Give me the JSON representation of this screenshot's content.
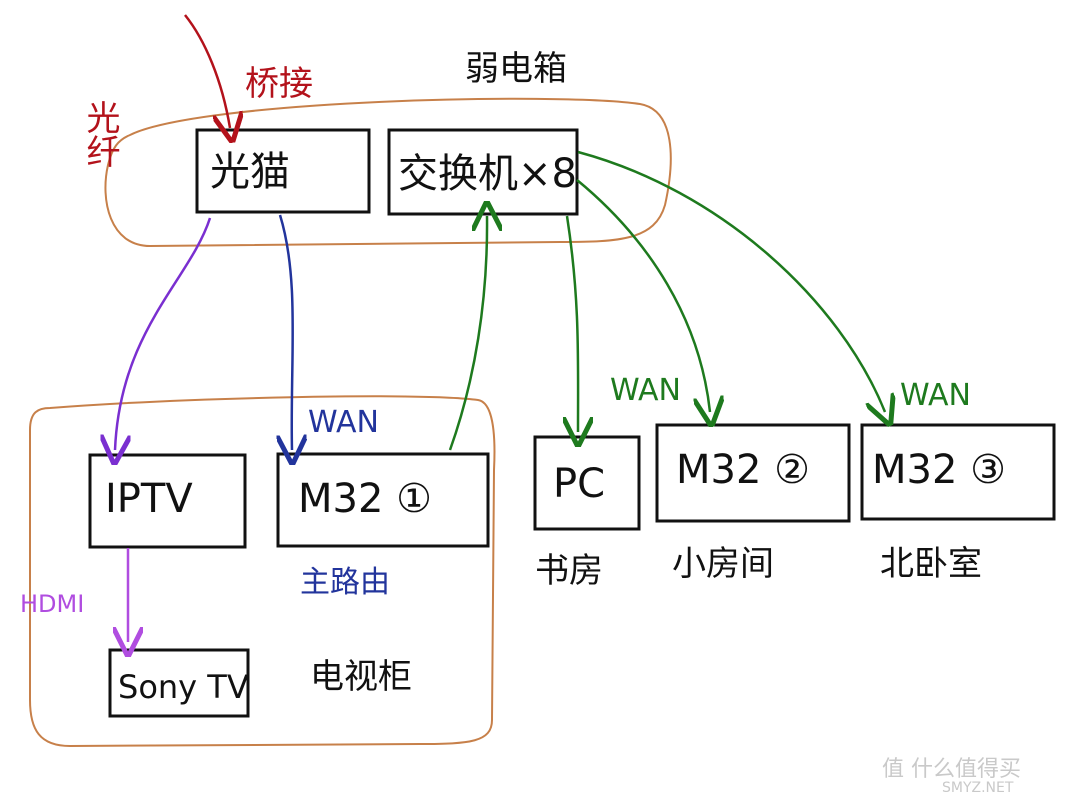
{
  "annotations": {
    "fiber_label": "光纤",
    "bridge_label": "桥接",
    "weak_box_label": "弱电箱",
    "main_router_label": "主路由",
    "tv_cabinet_label": "电视柜",
    "hdmi_label": "HDMI",
    "wan_label": "WAN"
  },
  "nodes": {
    "optical_modem": "光猫",
    "switch": "交换机×8",
    "iptv": "IPTV",
    "m32_1": "M32 ①",
    "sony_tv": "Sony TV",
    "pc": "PC",
    "m32_2": "M32 ②",
    "m32_3": "M32 ③"
  },
  "rooms": {
    "study": "书房",
    "small_room": "小房间",
    "north_bedroom": "北卧室"
  },
  "watermark": {
    "text": "值 什么值得买",
    "subtext": "SMYZ.NET"
  },
  "colors": {
    "fiber_red": "#b3121b",
    "iptv_purple": "#7a2fd0",
    "wan_blue": "#22349c",
    "lan_green": "#1e7a1e",
    "group_orange": "#c7804a"
  }
}
